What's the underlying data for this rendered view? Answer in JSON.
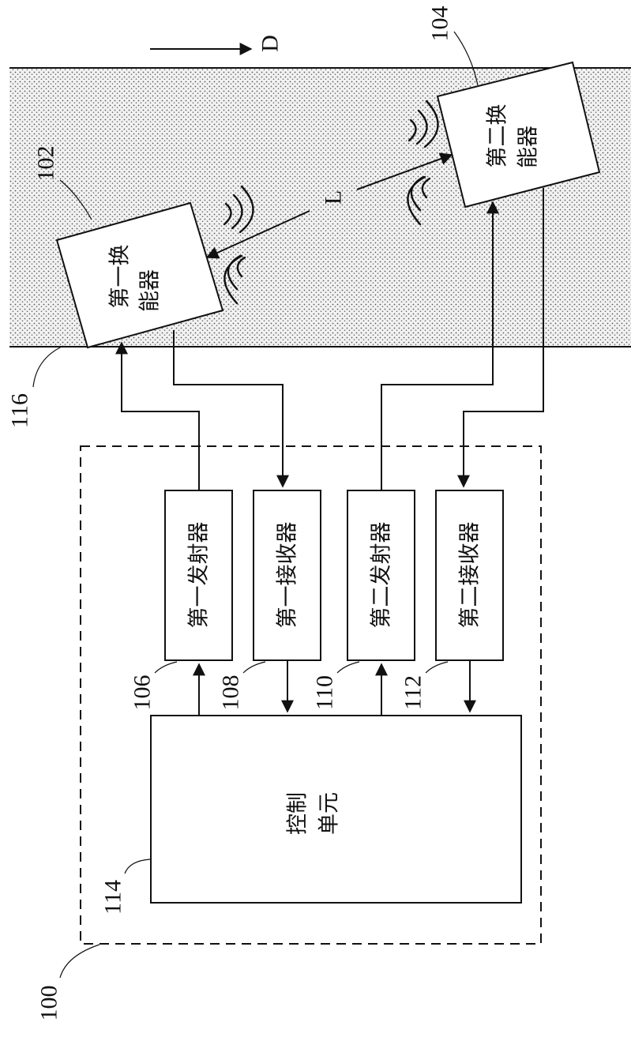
{
  "flow_direction": {
    "label": "D"
  },
  "path_label": "L",
  "pipe": {
    "ref": "116"
  },
  "system": {
    "ref": "100"
  },
  "transducer1": {
    "ref": "102",
    "line1": "第一换",
    "line2": "能器"
  },
  "transducer2": {
    "ref": "104",
    "line1": "第二换",
    "line2": "能器"
  },
  "transmitter1": {
    "ref": "106",
    "label": "第一发射器"
  },
  "receiver1": {
    "ref": "108",
    "label": "第一接收器"
  },
  "transmitter2": {
    "ref": "110",
    "label": "第二发射器"
  },
  "receiver2": {
    "ref": "112",
    "label": "第二接收器"
  },
  "control": {
    "ref": "114",
    "line1": "控制",
    "line2": "单元"
  },
  "colors": {
    "line": "#111111",
    "pipe_dots": "#555555",
    "background": "#ffffff"
  }
}
